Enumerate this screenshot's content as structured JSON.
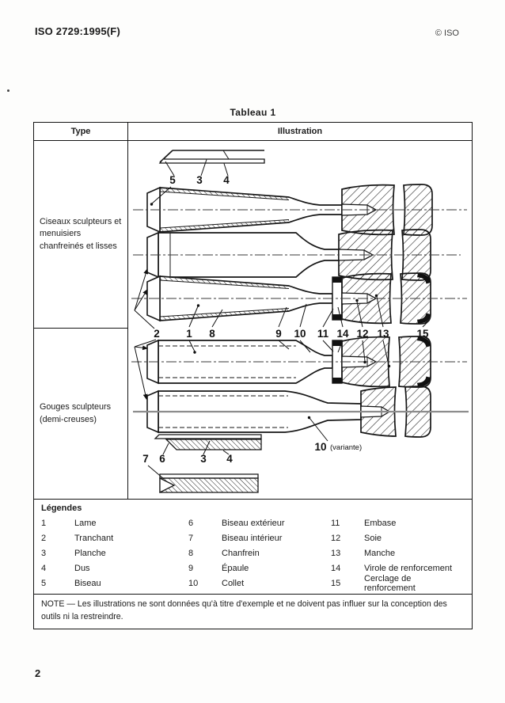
{
  "page": {
    "header_left": "ISO 2729:1995(F)",
    "header_right": "© ISO",
    "page_number": "2"
  },
  "table": {
    "title": "Tableau 1",
    "col_type": "Type",
    "col_illustration": "Illustration",
    "row1_type": "Ciseaux sculpteurs et menuisiers chanfreinés et lisses",
    "row2_type": "Gouges sculpteurs (demi-creuses)"
  },
  "illustration": {
    "top_callouts": [
      "5",
      "3",
      "4"
    ],
    "mid_callouts": [
      "2",
      "1",
      "8",
      "9",
      "10",
      "11",
      "14",
      "12",
      "13",
      "15"
    ],
    "bottom_callouts": [
      "7",
      "6",
      "3",
      "4"
    ],
    "variant_number": "10",
    "variant_text": "(variante)"
  },
  "legend": {
    "title": "Légendes",
    "items": [
      {
        "n": "1",
        "label": "Lame"
      },
      {
        "n": "2",
        "label": "Tranchant"
      },
      {
        "n": "3",
        "label": "Planche"
      },
      {
        "n": "4",
        "label": "Dus"
      },
      {
        "n": "5",
        "label": "Biseau"
      },
      {
        "n": "6",
        "label": "Biseau extérieur"
      },
      {
        "n": "7",
        "label": "Biseau intérieur"
      },
      {
        "n": "8",
        "label": "Chanfrein"
      },
      {
        "n": "9",
        "label": "Épaule"
      },
      {
        "n": "10",
        "label": "Collet"
      },
      {
        "n": "11",
        "label": "Embase"
      },
      {
        "n": "12",
        "label": "Soie"
      },
      {
        "n": "13",
        "label": "Manche"
      },
      {
        "n": "14",
        "label": "Virole de renforcement"
      },
      {
        "n": "15",
        "label": "Cerclage de renforcement"
      }
    ]
  },
  "note": "NOTE — Les illustrations ne sont données qu'à titre d'exemple et ne doivent pas influer sur la conception des outils ni la restreindre."
}
